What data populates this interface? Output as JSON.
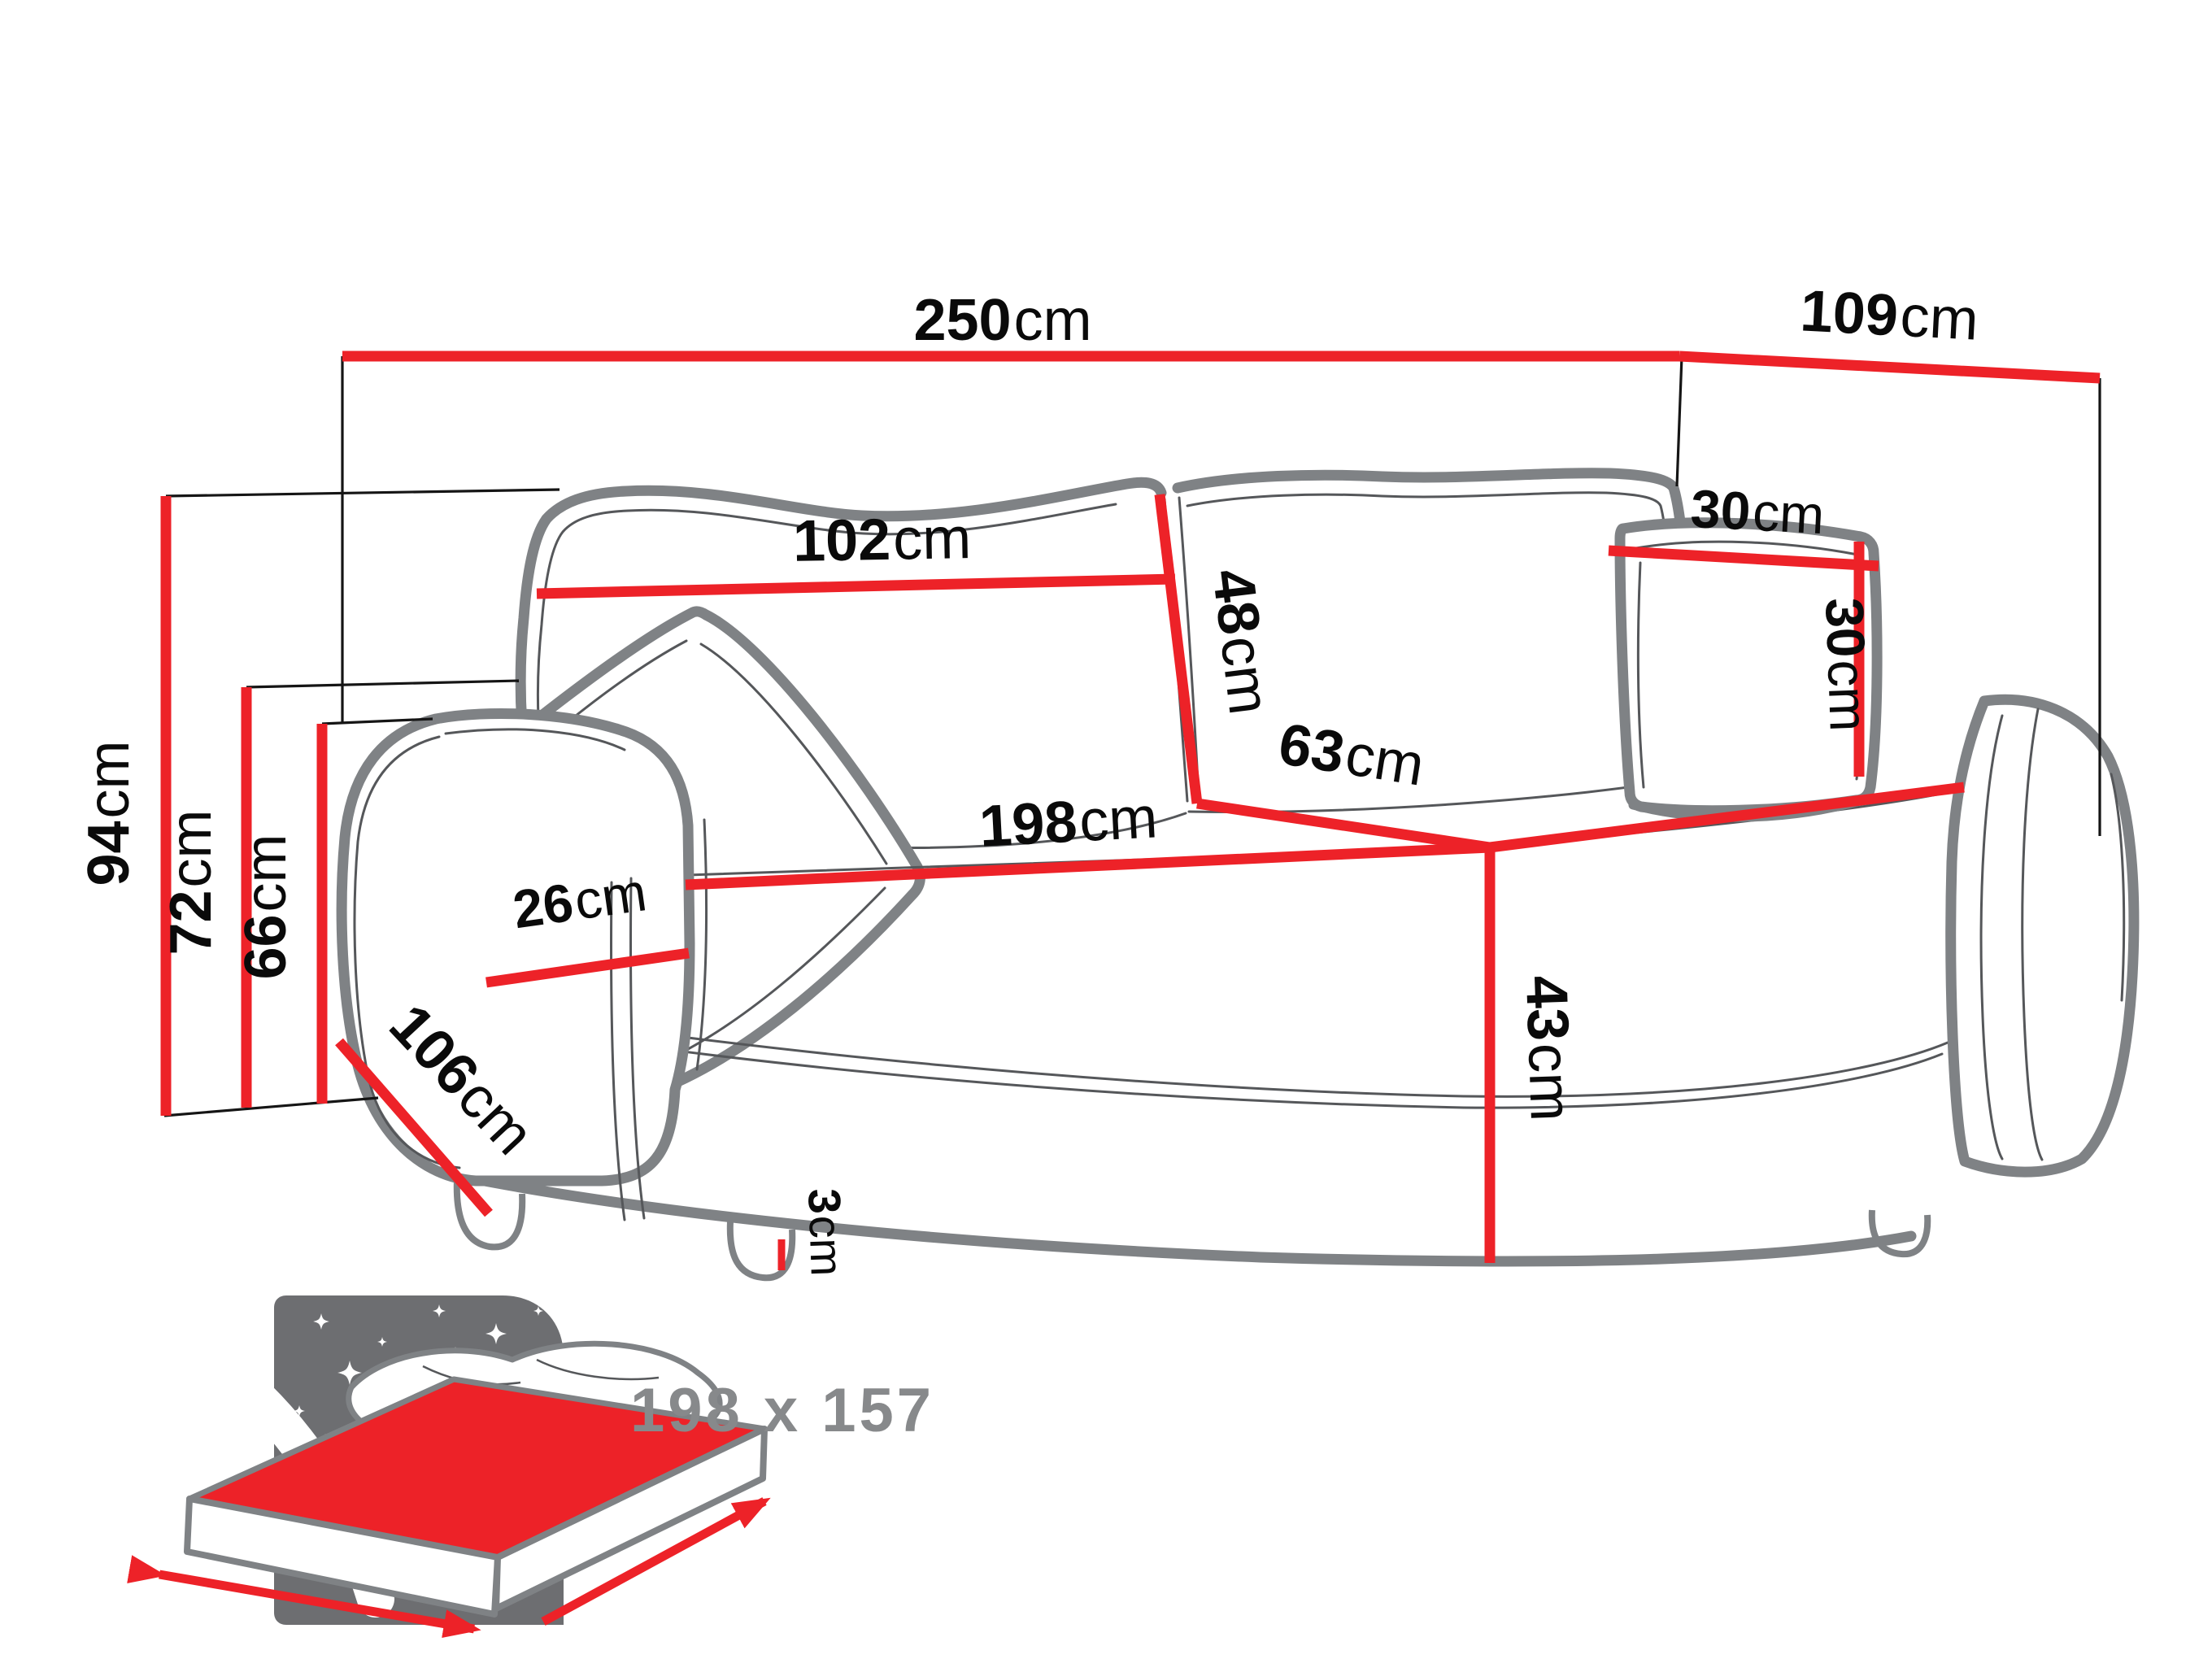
{
  "title": "Sofa bed dimensions diagram",
  "dimensions": {
    "overall_width": {
      "value": "250",
      "unit": "cm"
    },
    "overall_depth": {
      "value": "109",
      "unit": "cm"
    },
    "back_cushion_width": {
      "value": "102",
      "unit": "cm"
    },
    "back_cushion_height": {
      "value": "48",
      "unit": "cm"
    },
    "seat_depth": {
      "value": "63",
      "unit": "cm"
    },
    "seat_length": {
      "value": "198",
      "unit": "cm"
    },
    "overall_height": {
      "value": "94",
      "unit": "cm"
    },
    "back_height": {
      "value": "72",
      "unit": "cm"
    },
    "arm_height": {
      "value": "66",
      "unit": "cm"
    },
    "arm_width": {
      "value": "26",
      "unit": "cm"
    },
    "arm_depth": {
      "value": "106",
      "unit": "cm"
    },
    "seat_height": {
      "value": "43",
      "unit": "cm"
    },
    "pillow_width": {
      "value": "30",
      "unit": "cm"
    },
    "pillow_height": {
      "value": "30",
      "unit": "cm"
    },
    "leg_height": {
      "value": "3",
      "unit": "cm"
    }
  },
  "sleeping_area": {
    "value": "198 x 157"
  },
  "icons": {
    "sleeping_icon": "bed-under-starry-night"
  },
  "colors": {
    "dimension_red": "#ed2228",
    "outline_gray": "#7f8285",
    "line_thin": "#55575a",
    "leader_black": "#151515",
    "text_black": "#0a0a0a",
    "icon_gray": "#6d6e71",
    "icon_text_gray": "#87898b",
    "background": "#ffffff"
  }
}
